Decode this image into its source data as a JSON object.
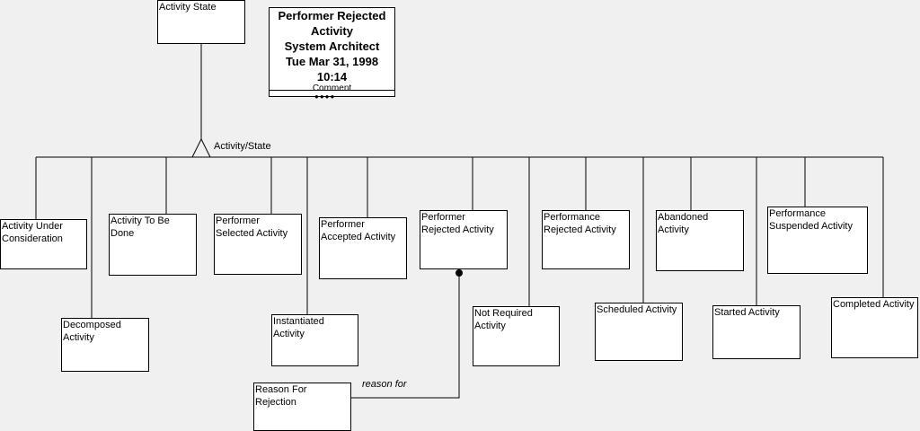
{
  "title_box": {
    "lines": [
      "Performer Rejected",
      "Activity",
      "System Architect",
      "Tue Mar 31, 1998",
      "10:14"
    ],
    "comment_label": "Comment"
  },
  "supertype": {
    "label": "Activity State"
  },
  "category_label": "Activity/State",
  "subtypes": [
    "Activity Under\nConsideration",
    "Decomposed\nActivity",
    "Activity To Be\nDone",
    "Performer\nSelected Activity",
    "Instantiated Activity",
    "Performer\nAccepted Activity",
    "Performer\nRejected Activity",
    "Not Required\nActivity",
    "Performance\nRejected Activity",
    "Scheduled Activity",
    "Abandoned\nActivity",
    "Started Activity",
    "Performance\nSuspended Activity",
    "Completed Activity"
  ],
  "related_entity": {
    "label": "Reason For Rejection"
  },
  "relationship_label": "reason for"
}
